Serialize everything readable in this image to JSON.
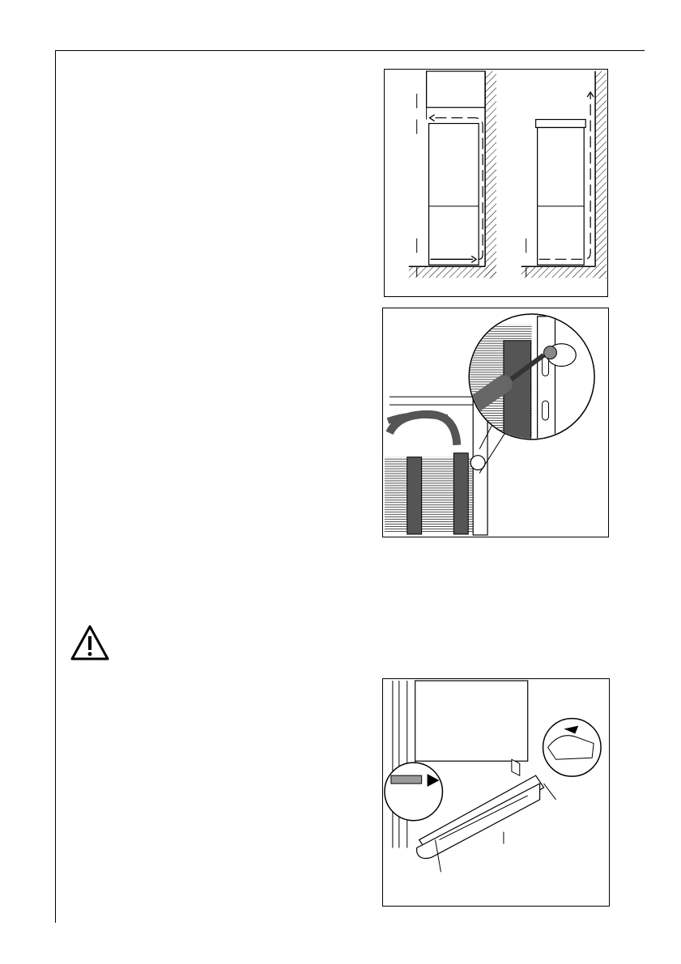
{
  "page": {
    "figures": [
      {
        "id": "ventilation",
        "icon": "ventilation-diagram-icon"
      },
      {
        "id": "seal-fixing",
        "icon": "screwdriver-seal-diagram-icon"
      },
      {
        "id": "plinth-removal",
        "icon": "plinth-removal-diagram-icon"
      }
    ],
    "warning_icon": "warning-triangle-icon"
  }
}
